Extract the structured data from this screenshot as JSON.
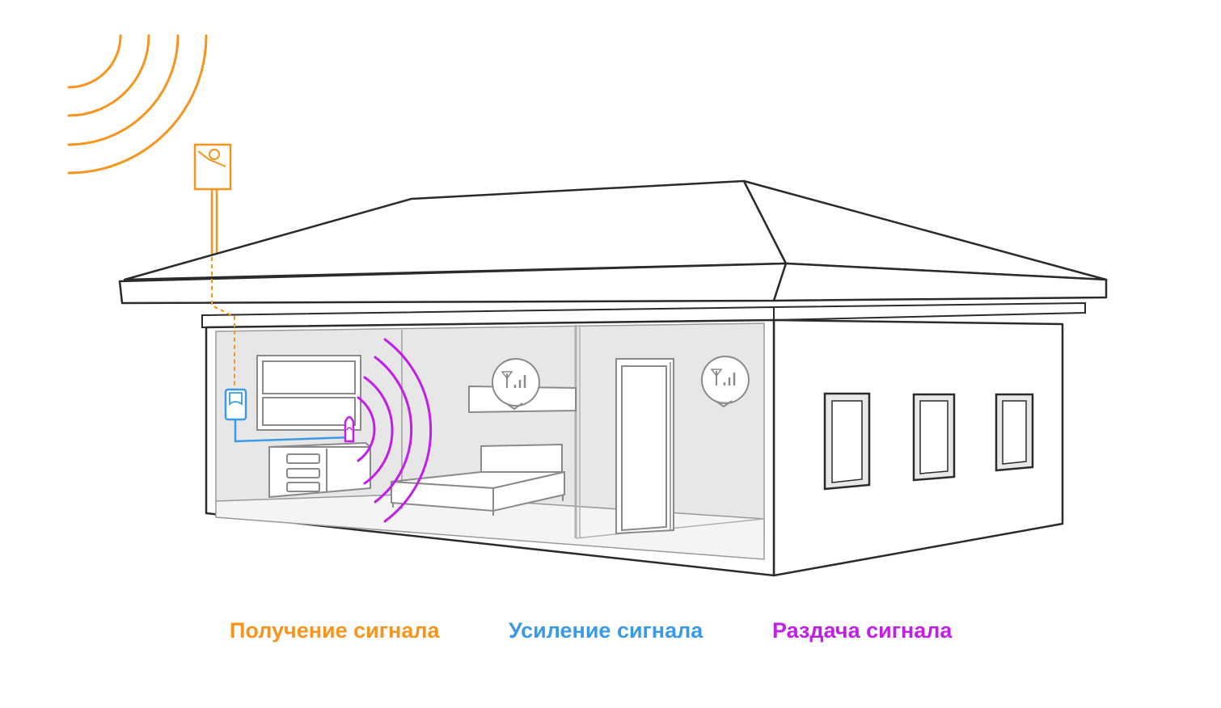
{
  "legend": {
    "receive": "Получение сигнала",
    "amplify": "Усиление сигнала",
    "distribute": "Раздача сигнала"
  },
  "colors": {
    "receive": "#f7941d",
    "amplify": "#3a9ae8",
    "distribute": "#c21ee8",
    "outline": "#2b2b2b",
    "interior_fill": "#e7e7e7"
  },
  "icons": {
    "outdoor_antenna": "outdoor-antenna-icon",
    "repeater": "repeater-icon",
    "indoor_antenna": "indoor-antenna-icon",
    "signal_bubble": "signal-bubble-icon"
  }
}
